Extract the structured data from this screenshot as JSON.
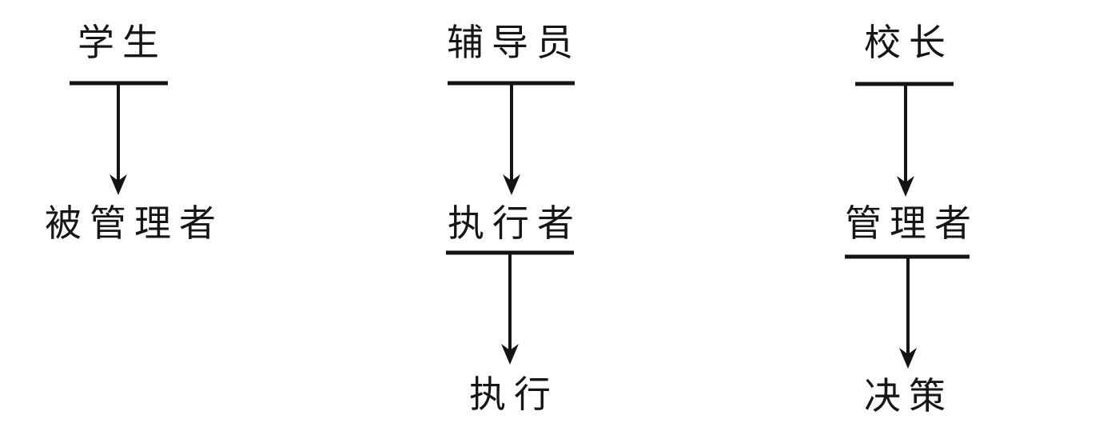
{
  "diagram": {
    "description_labels": {
      "col1_top": "学生",
      "col1_bottom": "被管理者",
      "col2_top": "辅导员",
      "col2_mid": "执行者",
      "col2_bottom": "执行",
      "col3_top": "校长",
      "col3_mid": "管理者",
      "col3_bottom": "决策"
    },
    "columns": [
      {
        "id": "student",
        "nodes": [
          "学生",
          "被管理者"
        ]
      },
      {
        "id": "counselor",
        "nodes": [
          "辅导员",
          "执行者",
          "执行"
        ]
      },
      {
        "id": "principal",
        "nodes": [
          "校长",
          "管理者",
          "决策"
        ]
      }
    ],
    "colors": {
      "line": "#141414",
      "text": "#161616",
      "background": "#ffffff"
    }
  }
}
